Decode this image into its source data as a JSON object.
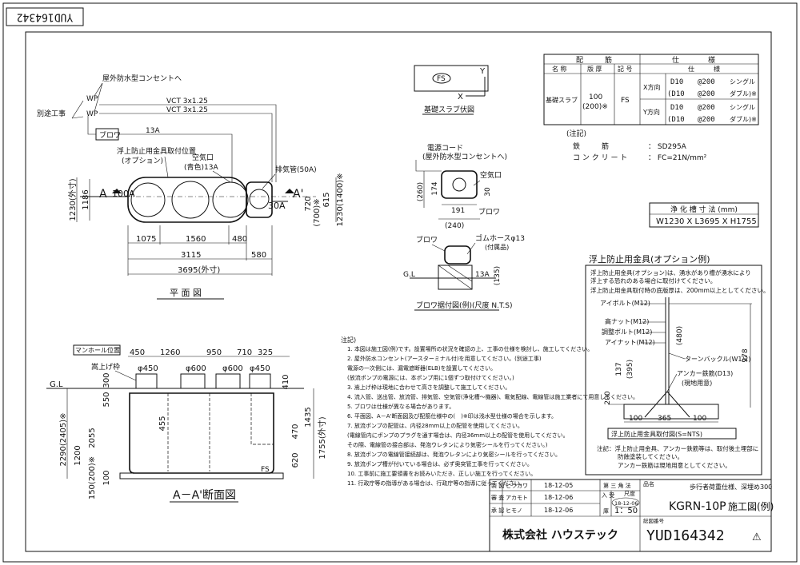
{
  "drawing_no_rotated": "YUD164342",
  "plan": {
    "title": "平 面 図",
    "outdoor_outlet": "屋外防水型コンセントへ",
    "vct1": "VCT 3x1.25",
    "vct2": "VCT 3x1.25",
    "separate_work": "別途工事",
    "wp": "WP",
    "blower": "ブロワ",
    "pipe_13a": "13A",
    "float_fitting": "浮上防止用金具取付位置",
    "option": "(オプション)",
    "air_vent": "空気口",
    "air_vent_color": "(青色)13A",
    "exhaust": "排気管(50A)",
    "a_left": "A",
    "a_right": "A'",
    "inlet": "100A",
    "outlet": "30A",
    "d1230": "1230(外寸)",
    "d1186": "1186",
    "d1230_1400": "1230(1400)※",
    "d615": "615",
    "d700": "(700)※",
    "d720": "720",
    "d1075": "1075",
    "d1560": "1560",
    "d480": "480",
    "d3115": "3115",
    "d580": "580",
    "d3695": "3695(外寸)"
  },
  "base_slab": {
    "label": "FS",
    "axis_x": "X",
    "axis_y": "Y",
    "caption": "基礎スラブ伏図"
  },
  "spec": {
    "head_haikin": "配　　　筋",
    "head_shiyo": "仕　　　　様",
    "col_name": "名 称",
    "col_thick": "版 厚",
    "col_mark": "記 号",
    "col_spec": "仕　　　様",
    "name": "基礎スラブ",
    "thick": "100",
    "thick2": "(200)※",
    "mark": "FS",
    "x_dir": "X方向",
    "y_dir": "Y方向",
    "rows": [
      {
        "bar": "D10",
        "pitch": "@200",
        "type": "シングル"
      },
      {
        "bar": "(D10",
        "pitch": "@200",
        "type": "ダブル)※"
      },
      {
        "bar": "D10",
        "pitch": "@200",
        "type": "シングル"
      },
      {
        "bar": "(D10",
        "pitch": "@200",
        "type": "ダブル)※"
      }
    ],
    "note_title": "(注記)",
    "rebar_label": "鉄　　　筋",
    "rebar_val": "：  SD295A",
    "concrete_label": "コ ン ク リ ー ト",
    "concrete_val": "：  FC=21N/mm²"
  },
  "dims_box": {
    "title": "浄 化 槽 寸 法 (mm)",
    "value": "W1230 X L3695 X H1755"
  },
  "blower_detail": {
    "power_cord": "電源コード",
    "outlet": "(屋外防水型コンセントへ)",
    "air_vent": "空気口",
    "blower": "ブロワ",
    "d260": "(260)",
    "d174": "174",
    "d30": "30",
    "d191": "191",
    "d240": "(240)",
    "blower2": "ブロワ",
    "hose": "ゴムホースφ13",
    "hose_note": "(付属品)",
    "gl": "G.L",
    "pipe": "13A",
    "d135": "(135)",
    "caption": "ブロワ据付図(例)(尺度 N.T.S)"
  },
  "section": {
    "title": "A－A'断面図",
    "manhole": "マンホール位置",
    "riser": "嵩上げ枠",
    "gl": "G.L",
    "fs": "FS",
    "d450a": "450",
    "d1260": "1260",
    "d950": "950",
    "d710": "710",
    "d325": "325",
    "p450a": "φ450",
    "p600a": "φ600",
    "p600b": "φ600",
    "p450b": "φ450",
    "d300": "300",
    "d550": "550",
    "d410": "410",
    "d455": "455",
    "d470": "470",
    "d1435": "1435",
    "d620": "620",
    "d2290": "2290(2405)※",
    "d1200": "1200",
    "d2055": "2055",
    "d1755": "1755(外寸)",
    "d150": "150(200)※",
    "d100": "100"
  },
  "notes": {
    "title": "注記)",
    "items": [
      "1. 本図は施工図(例)です。設置場所の状況を確認の上、工事の仕様を検討し、施工してください。",
      "2. 屋外防水コンセント(アースターミナル付)を用意してください。(別途工事)",
      "   電源の一次側には、漏電遮断器(ELB)を設置してください。",
      "   (放流ポンプの電源には、本ポンプ用に1個ずつ取付けてください。)",
      "3. 嵩上げ枠は現地に合わせて高さを調整して施工してください。",
      "4. 流入管、送出管、放流管、排気管、空気管(浄化槽～機器)、電気配線、電線管は施工業者にて用意してください。",
      "5. ブロワは仕様が異なる場合があります。",
      "6. 平面図、A－A'断面図及び配筋仕様中の(　)※印は浅水型仕様の場合を示します。",
      "7. 放流ポンプの配管は、内径28mm以上の配管を使用してください。",
      "   (電線管内にポンプのプラグを通す場合は、内径36mm以上の配管を使用してください。",
      "    その際、電線管の接合部は、発泡ウレタンにより気密シールを行ってください。)",
      "8. 放流ポンプの電線管接続部は、発泡ウレタンにより気密シールを行ってください。",
      "9. 放流ポンプ槽が付いている場合は、必ず奥突管工事を行ってください。",
      "10. 工事前に施工要領書をお読みいただき、正しい施工を行ってください。",
      "11. 行政庁等の指導がある場合は、行政庁等の指導に従ってください。"
    ]
  },
  "float_fitting": {
    "title": "浮上防止用金具(オプション例)",
    "desc1": "浮上防止用金具(オプション)は、湧水があり槽が湧水により",
    "desc2": "浮上する恐れのある場合に取付けてください。",
    "desc3": "浮上防止用金具取付時の底版厚は、200mm以上としてください。",
    "eyebolt": "アイボルト(M12)",
    "high_nut": "高ナット(M12)",
    "adj_bolt": "調整ボルト(M12)",
    "eye_nut": "アイナット(M12)",
    "turnbuckle": "ターンバックル(W1/2)",
    "anchor": "アンカー鉄筋(D13)",
    "anchor_note": "(現地用意)",
    "d480": "(480)",
    "d978": "978",
    "d137": "137",
    "d395": "(395)",
    "d200": "200",
    "d100a": "100",
    "d365": "365",
    "d100b": "100",
    "caption": "浮上防止用金具取付図(S=NTS)",
    "note1": "注記：浮上防止用金具、アンカー鉄筋等は、取付後土埋部に",
    "note2": "防蝕塗装してください。",
    "note3": "アンカー鉄筋は現地用意としてください。"
  },
  "title_block": {
    "r1_role": "製 図",
    "r1_name": "ヒラカワ",
    "r1_date": "18-12-05",
    "r2_role": "審 査",
    "r2_name": "アカモト",
    "r2_date": "18-12-06",
    "r3_role": "承 認",
    "r3_name": "ヒモノ",
    "r3_date": "18-12-06",
    "angle": "第 三 角 法",
    "scale_label": "尺度",
    "scale": "1：50",
    "received": "入 受",
    "received_date": "18-12-06",
    "received2": "庫",
    "product_label": "品名",
    "product_desc": "歩行者荷重仕様、深埋め300",
    "product": "KGRN-10P",
    "product_type": "施工図(例)",
    "company": "株式会社 ハウステック",
    "drawing_label": "総図番号",
    "drawing_no": "YUD164342",
    "warn": "⚠"
  }
}
